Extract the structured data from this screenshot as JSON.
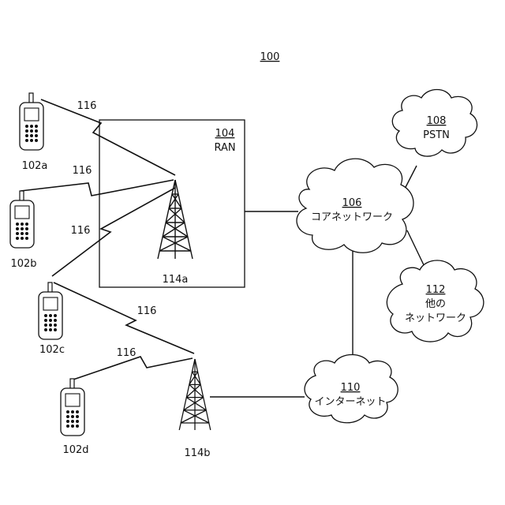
{
  "figure_number": "100",
  "ran": {
    "number": "104",
    "label": "RAN"
  },
  "core_network": {
    "number": "106",
    "label": "コアネットワーク"
  },
  "pstn": {
    "number": "108",
    "label": "PSTN"
  },
  "internet": {
    "number": "110",
    "label": "インターネット"
  },
  "other_networks": {
    "number": "112",
    "label_line1": "他の",
    "label_line2": "ネットワーク"
  },
  "base_stations": [
    {
      "id": "114a"
    },
    {
      "id": "114b"
    }
  ],
  "devices": [
    {
      "id": "102a"
    },
    {
      "id": "102b"
    },
    {
      "id": "102c"
    },
    {
      "id": "102d"
    }
  ],
  "air_interface_label": "116"
}
